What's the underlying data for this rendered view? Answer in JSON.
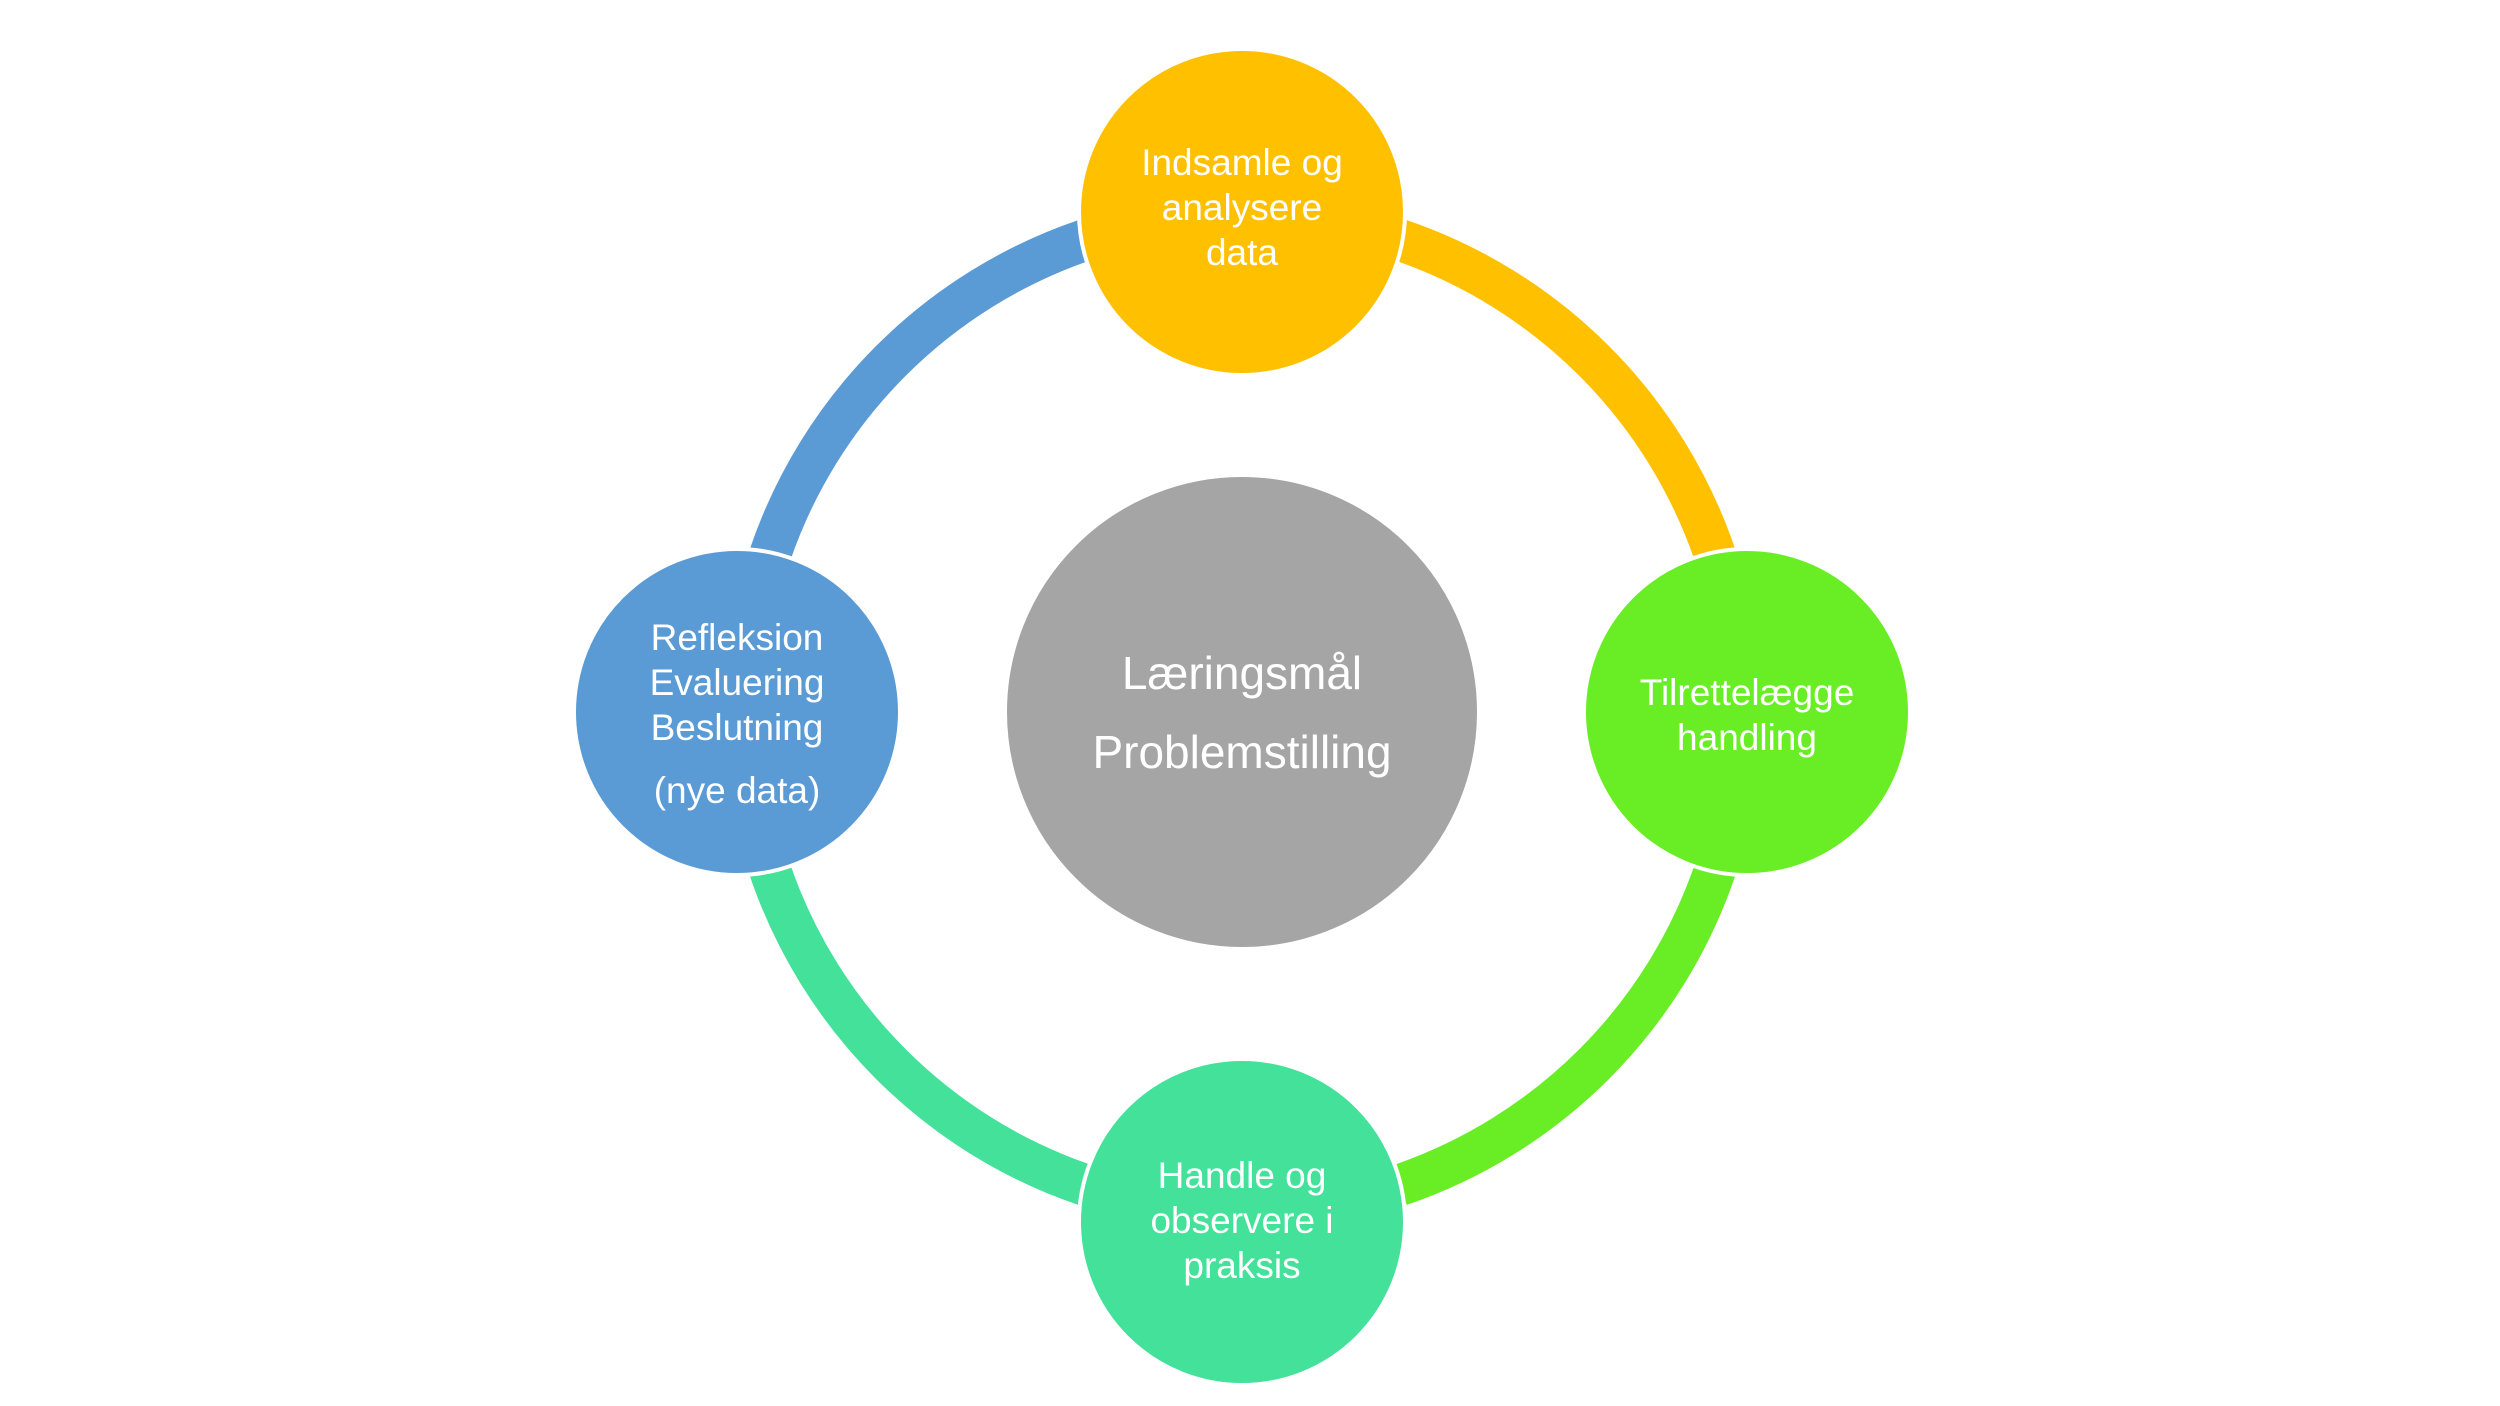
{
  "center": {
    "lines": [
      "Læringsmål",
      "Problemstilling"
    ],
    "color": "#a5a5a5"
  },
  "nodes": [
    {
      "id": "top",
      "lines": [
        "Indsamle og",
        "analysere",
        "data"
      ],
      "color": "#ffc000"
    },
    {
      "id": "right",
      "lines": [
        "Tilrettelægge",
        "handling"
      ],
      "color": "#69ee25"
    },
    {
      "id": "bottom",
      "lines": [
        "Handle og",
        "observere i",
        "praksis"
      ],
      "color": "#43e199"
    },
    {
      "id": "left",
      "lines": [
        "Refleksion",
        "Evaluering",
        "Beslutning",
        "(nye data)"
      ],
      "color": "#5b9bd5"
    }
  ],
  "arcs": [
    {
      "from": "top",
      "to": "right",
      "color": "#ffc000"
    },
    {
      "from": "right",
      "to": "bottom",
      "color": "#69ee25"
    },
    {
      "from": "bottom",
      "to": "left",
      "color": "#43e199"
    },
    {
      "from": "left",
      "to": "top",
      "color": "#5b9bd5"
    }
  ]
}
